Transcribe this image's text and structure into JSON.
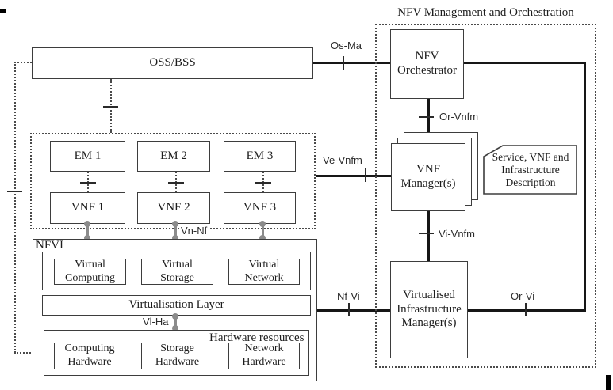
{
  "title": "NFV Management and Orchestration",
  "boxes": {
    "oss_bss": "OSS/BSS",
    "em1": "EM 1",
    "em2": "EM 2",
    "em3": "EM 3",
    "vnf1": "VNF 1",
    "vnf2": "VNF 2",
    "vnf3": "VNF 3",
    "nfvi_label": "NFVI",
    "virtual_computing": "Virtual\nComputing",
    "virtual_storage": "Virtual\nStorage",
    "virtual_network": "Virtual\nNetwork",
    "virtualisation_layer": "Virtualisation Layer",
    "hardware_resources": "Hardware resources",
    "computing_hardware": "Computing\nHardware",
    "storage_hardware": "Storage\nHardware",
    "network_hardware": "Network\nHardware",
    "nfv_orchestrator": "NFV\nOrchestrator",
    "vnf_manager": "VNF\nManager(s)",
    "vim": "Virtualised\nInfrastructure\nManager(s)",
    "service_description": "Service, VNF and\nInfrastructure\nDescription"
  },
  "interfaces": {
    "os_ma": "Os-Ma",
    "or_vnfm": "Or-Vnfm",
    "ve_vnfm": "Ve-Vnfm",
    "vi_vnfm": "Vi-Vnfm",
    "nf_vi": "Nf-Vi",
    "or_vi": "Or-Vi",
    "vn_nf": "Vn-Nf",
    "vl_ha": "Vl-Ha"
  },
  "colors": {
    "line": "#161616",
    "border": "#3d3d3d",
    "connector_gray": "#8b8b8b",
    "background": "#ffffff"
  }
}
